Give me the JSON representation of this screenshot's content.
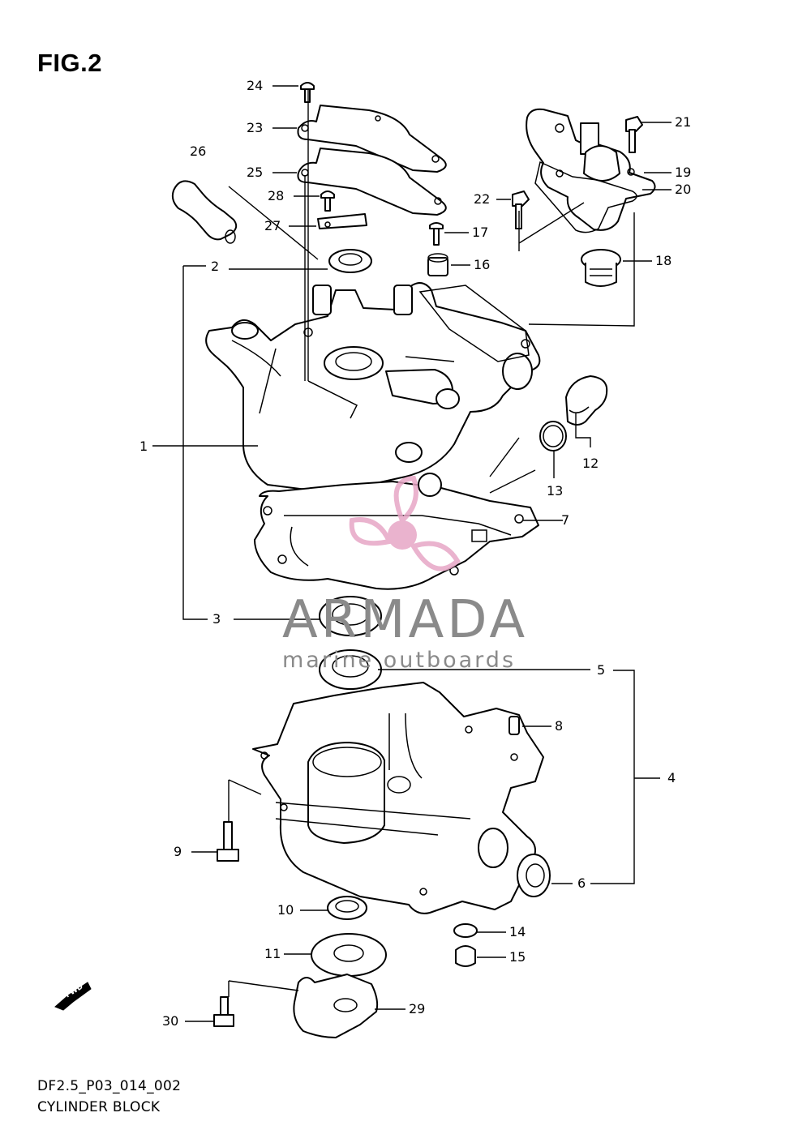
{
  "figure": {
    "title": "FIG.2",
    "code": "DF2.5_P03_014_002",
    "caption": "CYLINDER BLOCK",
    "fwd_label": "FWD"
  },
  "watermark": {
    "brand": "ARMADA",
    "tagline": "marine outboards",
    "logo_color": "#e7a6c6"
  },
  "callouts": [
    "1",
    "2",
    "3",
    "4",
    "5",
    "6",
    "7",
    "8",
    "9",
    "10",
    "11",
    "12",
    "13",
    "14",
    "15",
    "16",
    "17",
    "18",
    "19",
    "20",
    "21",
    "22",
    "23",
    "24",
    "25",
    "26",
    "27",
    "28",
    "29",
    "30"
  ]
}
